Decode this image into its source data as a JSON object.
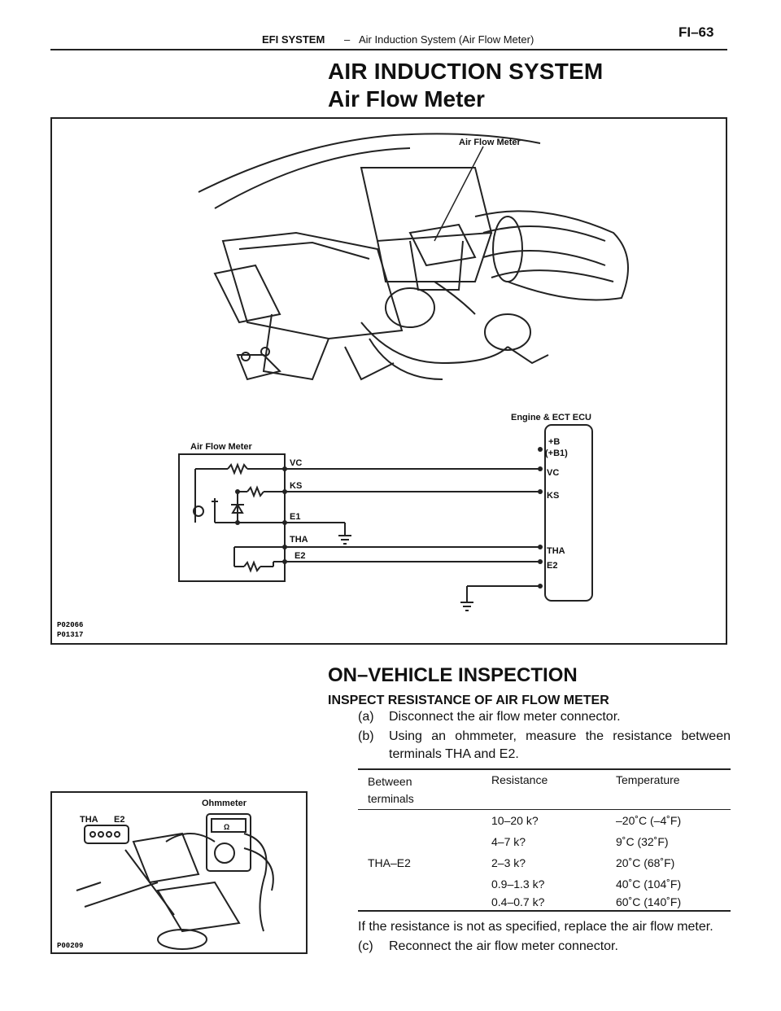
{
  "header": {
    "section": "EFI SYSTEM",
    "dash": "–",
    "subtitle": "Air Induction System (Air Flow Meter)",
    "page": "FI–63"
  },
  "titles": {
    "main": "AIR INDUCTION SYSTEM",
    "sub": "Air Flow Meter"
  },
  "figure1": {
    "label_air_flow_meter_top": "Air Flow Meter",
    "label_ecu": "Engine & ECT ECU",
    "label_air_flow_meter_box": "Air Flow Meter",
    "meter_terminals": [
      "VC",
      "KS",
      "E1",
      "THA",
      "E2"
    ],
    "ecu_terminals": [
      "+B",
      "(+B1)",
      "VC",
      "KS",
      "THA",
      "E2"
    ],
    "codes": [
      "P02066",
      "P01317"
    ]
  },
  "figure2": {
    "labels": [
      "THA",
      "E2",
      "Ohmmeter"
    ],
    "ohm_symbol": "Ω",
    "code": "P00209"
  },
  "inspection": {
    "title": "ON–VEHICLE INSPECTION",
    "subtitle": "INSPECT RESISTANCE OF AIR FLOW METER",
    "steps": [
      {
        "marker": "(a)",
        "text": "Disconnect the air flow meter connector."
      },
      {
        "marker": "(b)",
        "text_line1": "Using an ohmmeter, measure the resistance between",
        "text_line2": "terminals THA and E2."
      },
      {
        "marker": "(c)",
        "text": "Reconnect the air flow meter connector."
      }
    ],
    "note": "If the resistance is not as specified, replace the air flow meter."
  },
  "table": {
    "headers": [
      "Between terminals",
      "Resistance",
      "Temperature"
    ],
    "header_between_line1": "Between",
    "header_between_line2": "terminals",
    "terminals": "THA–E2",
    "rows": [
      {
        "resistance": "10–20 k?",
        "temperature": "–20˚C (–4˚F)"
      },
      {
        "resistance": "4–7 k?",
        "temperature": "9˚C (32˚F)"
      },
      {
        "resistance": "2–3 k?",
        "temperature": "20˚C (68˚F)"
      },
      {
        "resistance": "0.9–1.3 k?",
        "temperature": "40˚C (104˚F)"
      },
      {
        "resistance": "0.4–0.7 k?",
        "temperature": "60˚C (140˚F)"
      }
    ]
  }
}
